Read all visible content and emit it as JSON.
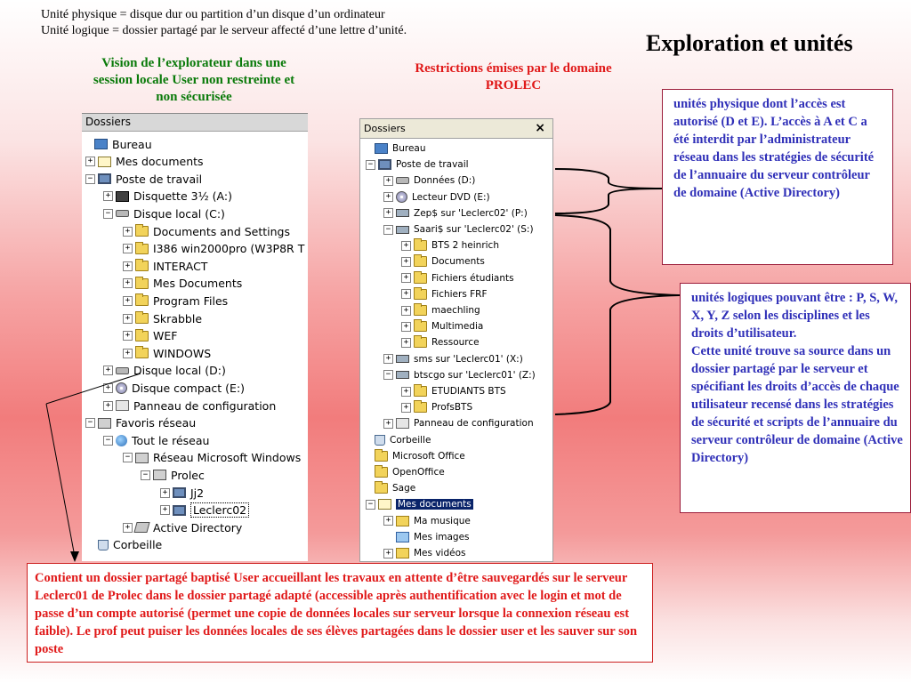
{
  "intro": {
    "line1": "Unité physique = disque dur ou partition d’un disque d’un ordinateur",
    "line2": "Unité logique = dossier partagé par le serveur affecté d’une lettre d’unité."
  },
  "title": "Exploration et unités",
  "caption_left": "Vision de l’explorateur dans une session locale User non restreinte et non sécurisée",
  "caption_right": "Restrictions émises par  le domaine PROLEC",
  "explorer_left": {
    "header": "Dossiers",
    "items": [
      {
        "label": "Bureau",
        "icon": "desktop-icon",
        "expander": ""
      },
      {
        "label": "Mes documents",
        "icon": "my-documents-icon",
        "expander": "+"
      },
      {
        "label": "Poste de travail",
        "icon": "computer-icon",
        "expander": "−"
      },
      {
        "label": "Disquette 3½ (A:)",
        "icon": "floppy-icon",
        "expander": "+"
      },
      {
        "label": "Disque local (C:)",
        "icon": "drive-icon",
        "expander": "−"
      },
      {
        "label": "Documents and Settings",
        "icon": "folder-icon",
        "expander": "+"
      },
      {
        "label": "I386 win2000pro (W3P8R T",
        "icon": "folder-icon",
        "expander": "+"
      },
      {
        "label": "INTERACT",
        "icon": "folder-icon",
        "expander": "+"
      },
      {
        "label": "Mes Documents",
        "icon": "folder-icon",
        "expander": "+"
      },
      {
        "label": "Program Files",
        "icon": "folder-icon",
        "expander": "+"
      },
      {
        "label": "Skrabble",
        "icon": "folder-icon",
        "expander": "+"
      },
      {
        "label": "WEF",
        "icon": "folder-icon",
        "expander": "+"
      },
      {
        "label": "WINDOWS",
        "icon": "folder-icon",
        "expander": "+"
      },
      {
        "label": "Disque local (D:)",
        "icon": "drive-icon",
        "expander": "+"
      },
      {
        "label": "Disque compact (E:)",
        "icon": "cd-icon",
        "expander": "+"
      },
      {
        "label": "Panneau de configuration",
        "icon": "control-panel-icon",
        "expander": "+"
      },
      {
        "label": "Favoris réseau",
        "icon": "network-icon",
        "expander": "−"
      },
      {
        "label": "Tout le réseau",
        "icon": "globe-icon",
        "expander": "−"
      },
      {
        "label": "Réseau Microsoft Windows",
        "icon": "network-icon",
        "expander": "−"
      },
      {
        "label": "Prolec",
        "icon": "network-icon",
        "expander": "−"
      },
      {
        "label": "Jj2",
        "icon": "computer-icon",
        "expander": "+"
      },
      {
        "label": "Leclerc02",
        "icon": "computer-icon",
        "expander": "+"
      },
      {
        "label": "Active Directory",
        "icon": "active-directory-icon",
        "expander": "+"
      },
      {
        "label": "Corbeille",
        "icon": "recycle-bin-icon",
        "expander": ""
      }
    ]
  },
  "explorer_right": {
    "header": "Dossiers",
    "close_glyph": "×",
    "items": [
      {
        "label": "Bureau",
        "icon": "desktop-icon",
        "expander": ""
      },
      {
        "label": "Poste de travail",
        "icon": "computer-icon",
        "expander": "−"
      },
      {
        "label": "Données (D:)",
        "icon": "drive-icon",
        "expander": "+"
      },
      {
        "label": "Lecteur DVD (E:)",
        "icon": "cd-icon",
        "expander": "+"
      },
      {
        "label": "Zep$ sur 'Leclerc02' (P:)",
        "icon": "network-drive-icon",
        "expander": "+"
      },
      {
        "label": "Saari$ sur 'Leclerc02' (S:)",
        "icon": "network-drive-icon",
        "expander": "−"
      },
      {
        "label": "BTS 2 heinrich",
        "icon": "folder-icon",
        "expander": "+"
      },
      {
        "label": "Documents",
        "icon": "folder-icon",
        "expander": "+"
      },
      {
        "label": "Fichiers étudiants",
        "icon": "folder-icon",
        "expander": "+"
      },
      {
        "label": "Fichiers FRF",
        "icon": "folder-icon",
        "expander": "+"
      },
      {
        "label": "maechling",
        "icon": "folder-icon",
        "expander": "+"
      },
      {
        "label": "Multimedia",
        "icon": "folder-icon",
        "expander": "+"
      },
      {
        "label": "Ressource",
        "icon": "folder-icon",
        "expander": "+"
      },
      {
        "label": "sms sur 'Leclerc01' (X:)",
        "icon": "network-drive-icon",
        "expander": "+"
      },
      {
        "label": "btscgo sur 'Leclerc01' (Z:)",
        "icon": "network-drive-icon",
        "expander": "−"
      },
      {
        "label": "ETUDIANTS BTS",
        "icon": "folder-icon",
        "expander": "+"
      },
      {
        "label": "ProfsBTS",
        "icon": "folder-icon",
        "expander": "+"
      },
      {
        "label": "Panneau de configuration",
        "icon": "control-panel-icon",
        "expander": "+"
      },
      {
        "label": "Corbeille",
        "icon": "recycle-bin-icon",
        "expander": ""
      },
      {
        "label": "Microsoft Office",
        "icon": "folder-icon",
        "expander": ""
      },
      {
        "label": "OpenOffice",
        "icon": "folder-icon",
        "expander": ""
      },
      {
        "label": "Sage",
        "icon": "folder-icon",
        "expander": ""
      },
      {
        "label": "Mes documents",
        "icon": "my-documents-icon",
        "expander": "−"
      },
      {
        "label": "Ma musique",
        "icon": "music-folder-icon",
        "expander": "+"
      },
      {
        "label": "Mes images",
        "icon": "pictures-folder-icon",
        "expander": ""
      },
      {
        "label": "Mes vidéos",
        "icon": "videos-folder-icon",
        "expander": "+"
      }
    ]
  },
  "note_physical": "unités physique dont l’accès est autorisé (D et E). L’accès à A et C a été interdit par l’administrateur réseau dans les stratégies de sécurité de l’annuaire du serveur contrôleur de domaine (Active Directory)",
  "note_logical": "unités logiques pouvant être : P, S, W, X, Y, Z selon les disciplines et les droits d’utilisateur.\nCette unité trouve sa source dans un dossier  partagé par le serveur et spécifiant les droits d’accès de chaque utilisateur recensé dans les stratégies de sécurité et scripts de l’annuaire du serveur contrôleur de domaine (Active Directory)",
  "note_bottom": "Contient un dossier partagé baptisé User accueillant les travaux en attente d’être sauvegardés sur le serveur Leclerc01 de Prolec dans le dossier partagé adapté (accessible après authentification avec le login et mot de passe d’un compte autorisé (permet une copie de données locales sur serveur lorsque la connexion réseau est faible). Le prof peut puiser les données locales de ses élèves partagées dans le dossier user et les sauver sur son poste",
  "colors": {
    "caption_left": "#0a7a0a",
    "caption_right": "#e01919",
    "note_text": "#3030b8",
    "note_border": "#9c1d3a",
    "bottom_text": "#e01919",
    "selection": "#0a246a"
  }
}
